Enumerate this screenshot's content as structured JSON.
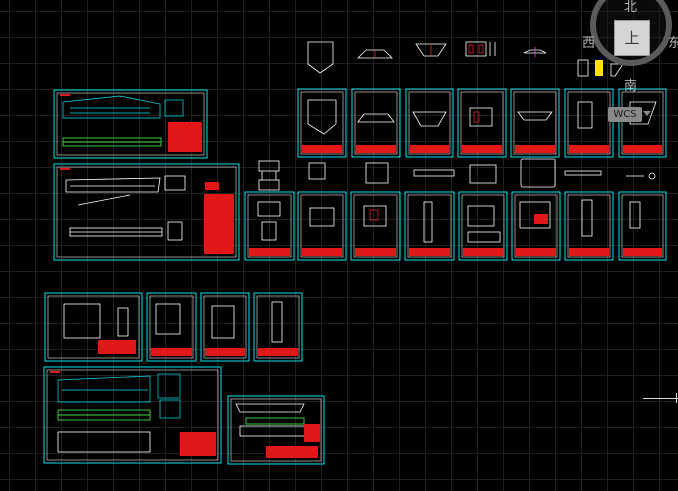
{
  "viewcube": {
    "face_label": "上",
    "north": "北",
    "south": "南",
    "east": "东",
    "west": "西",
    "wcs_label": "WCS"
  },
  "colors": {
    "background": "#000000",
    "grid": "#1d2126",
    "sheet_border": "#00e5ee",
    "title_block": "#e01818",
    "geometry_white": "#ffffff",
    "geometry_green": "#3ddc3d",
    "highlight_magenta": "#ff40ff"
  },
  "icons": [
    "compass-ring-icon",
    "wcs-menu-arrow-icon"
  ]
}
